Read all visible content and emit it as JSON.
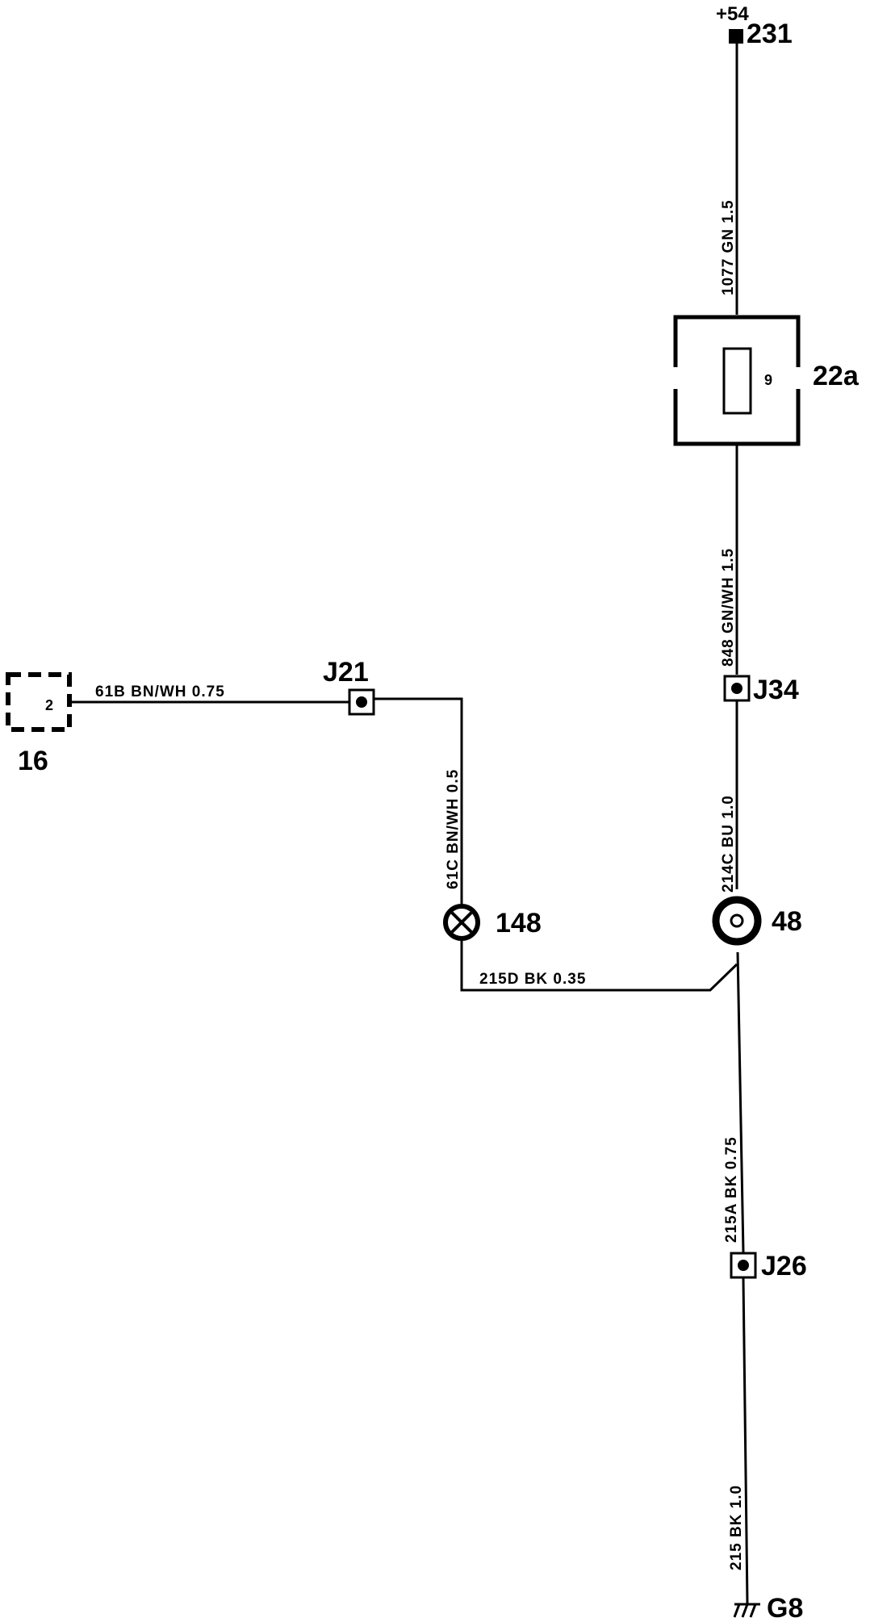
{
  "diagram": {
    "components": {
      "power_supply": {
        "terminal": "+54",
        "id": "231"
      },
      "fuse_box": {
        "id": "22a",
        "fuse_number": "9"
      },
      "connector_16": {
        "id": "16",
        "pin": "2"
      },
      "lamp": {
        "id": "148"
      },
      "component_48": {
        "id": "48"
      },
      "ground": {
        "id": "G8"
      }
    },
    "junctions": {
      "j21": "J21",
      "j34": "J34",
      "j26": "J26"
    },
    "wires": {
      "w1077": "1077  GN 1.5",
      "w848": "848  GN/WH 1.5",
      "w214c": "214C  BU 1.0",
      "w61b": "61B  BN/WH 0.75",
      "w61c": "61C  BN/WH 0.5",
      "w215d": "215D  BK 0.35",
      "w215a": "215A  BK 0.75",
      "w215": "215  BK 1.0"
    }
  }
}
